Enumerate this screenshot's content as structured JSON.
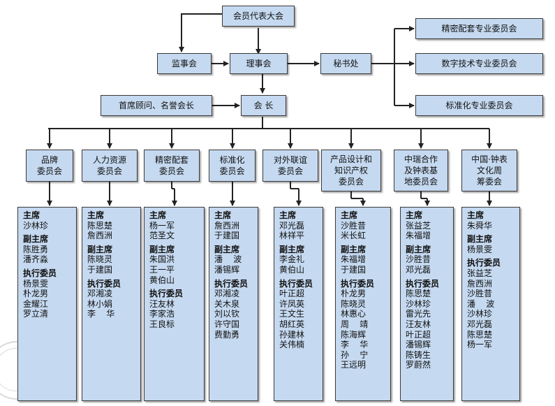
{
  "top": {
    "assembly": "会员代表大会",
    "supervisory": "监事会",
    "council": "理事会",
    "secretariat": "秘书处",
    "advisor": "首席顾问、名誉会长",
    "president": "会  长"
  },
  "professional_committees": [
    "精密配套专业委员会",
    "数字技术专业委员会",
    "标准化专业委员会"
  ],
  "committees": [
    {
      "label": "品牌\n委员会",
      "groups": [
        {
          "role": "主席",
          "names": [
            "沙林珍"
          ]
        },
        {
          "role": "副主席",
          "names": [
            "陈胜勇",
            "潘齐淼"
          ]
        },
        {
          "role": "执行委员",
          "names": [
            "杨景雯",
            "朴龙男",
            "金耀江",
            "罗立清"
          ]
        }
      ]
    },
    {
      "label": "人力资源\n委员会",
      "groups": [
        {
          "role": "主席",
          "names": [
            "陈思楚",
            "詹西洲"
          ]
        },
        {
          "role": "副主席",
          "names": [
            "陈晓灵",
            "于建国"
          ]
        },
        {
          "role": "执行委员",
          "names": [
            "邓湘凌",
            "林小娟",
            "李    华"
          ]
        }
      ]
    },
    {
      "label": "精密配套\n委员会",
      "groups": [
        {
          "role": "主席",
          "names": [
            "杨一军",
            "范圣文"
          ]
        },
        {
          "role": "副主席",
          "names": [
            "朱国洪",
            "王一平",
            "黄伯山"
          ]
        },
        {
          "role": "执行委员",
          "names": [
            "汪友林",
            "李家浩",
            "王良标"
          ]
        }
      ]
    },
    {
      "label": "标准化\n委员会",
      "groups": [
        {
          "role": "主席",
          "names": [
            "詹西洲",
            "于建国"
          ]
        },
        {
          "role": "副主席",
          "names": [
            "潘    波",
            "潘锡辉"
          ]
        },
        {
          "role": "执行委员",
          "names": [
            "邓湘凌",
            "关木泉",
            "刘以钦",
            "许守国",
            "费勤勇"
          ]
        }
      ]
    },
    {
      "label": "对外联谊\n委员会",
      "groups": [
        {
          "role": "主席",
          "names": [
            "邓光磊",
            "林祥平"
          ]
        },
        {
          "role": "副主席",
          "names": [
            "李金礼",
            "黄伯山"
          ]
        },
        {
          "role": "执行委员",
          "names": [
            "叶正超",
            "许凤英",
            "王文生",
            "胡红英",
            "孙建林",
            "关伟楠"
          ]
        }
      ]
    },
    {
      "label": "产品设计和\n知识产权\n委员会",
      "groups": [
        {
          "role": "主席",
          "names": [
            "沙胜昔",
            "米长虹"
          ]
        },
        {
          "role": "副主席",
          "names": [
            "朱福增",
            "于建国"
          ]
        },
        {
          "role": "执行委员",
          "names": [
            "朴龙男",
            "陈晓灵",
            "林惠心",
            "周    靖",
            "陈海辉",
            "李    华",
            "孙    宁",
            "王远明"
          ]
        }
      ]
    },
    {
      "label": "中瑞合作\n及钟表基\n地委员会",
      "groups": [
        {
          "role": "主席",
          "names": [
            "张益芝",
            "朱福增"
          ]
        },
        {
          "role": "副主席",
          "names": [
            "沙胜昔",
            "邓光磊"
          ]
        },
        {
          "role": "执行委员",
          "names": [
            "陈思楚",
            "沙林珍",
            "雷光先",
            "汪友林",
            "叶正超",
            "潘锡辉",
            "陈铸生",
            "罗蔚然"
          ]
        }
      ]
    },
    {
      "label": "中国·钟表\n文化周\n筹委会",
      "groups": [
        {
          "role": "主席",
          "names": [
            "朱舜华"
          ]
        },
        {
          "role": "副主席",
          "names": [
            "杨景雯"
          ]
        },
        {
          "role": "执行委员",
          "names": [
            "张益芝",
            "詹西洲",
            "沙胜昔",
            "潘    波",
            "沙林珍",
            "邓光磊",
            "陈思楚",
            "杨一军"
          ]
        }
      ]
    }
  ],
  "colors": {
    "box_fill": "#c5d9f0",
    "border": "#3a3a3a",
    "line": "#222222"
  }
}
